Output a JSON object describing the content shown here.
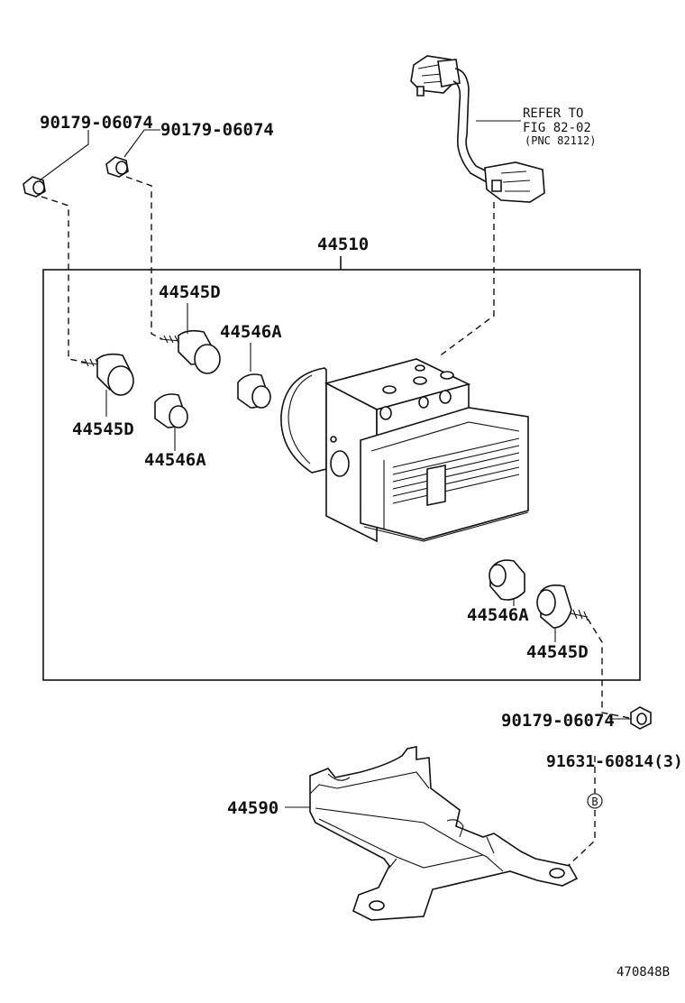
{
  "labels": {
    "bolt_top_left": "90179-06074",
    "bolt_top_mid": "90179-06074",
    "refer_line1": "REFER TO",
    "refer_line2": "FIG 82-02",
    "refer_line3": "(PNC 82112)",
    "assembly": "44510",
    "cushion_d_top": "44545D",
    "cushion_a_top": "44546A",
    "cushion_d_left": "44545D",
    "cushion_a_left": "44546A",
    "cushion_a_right": "44546A",
    "cushion_d_right": "44545D",
    "bolt_right": "90179-06074",
    "bolt_bracket": "91631-60814(3)",
    "callout_b": "B",
    "bracket": "44590",
    "drawing_number": "470848B"
  }
}
